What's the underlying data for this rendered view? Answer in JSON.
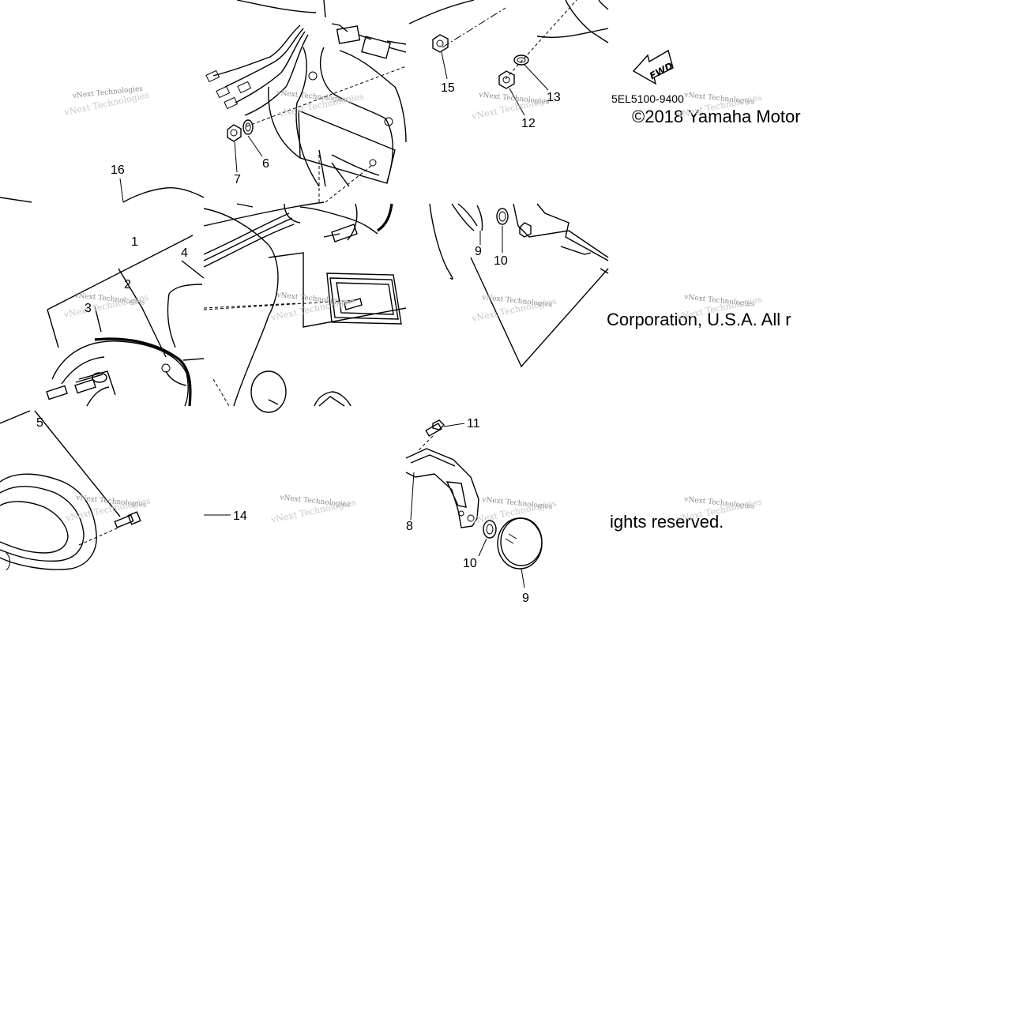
{
  "diagram": {
    "part_code": "5EL5100-9400",
    "copyright_segments": [
      "©2018 Yamaha Motor",
      "Corporation, U.S.A. All r",
      "ights reserved."
    ],
    "copyright_partial": "r",
    "fwd_label": "FWD",
    "watermark": "vNext Technologies",
    "callouts": {
      "c1": "1",
      "c2": "2",
      "c3": "3",
      "c4": "4",
      "c5": "5",
      "c6": "6",
      "c7": "7",
      "c8": "8",
      "c9a": "9",
      "c9b": "9",
      "c10a": "10",
      "c10b": "10",
      "c11": "11",
      "c12": "12",
      "c13": "13",
      "c14": "14",
      "c15": "15",
      "c16": "16"
    }
  }
}
